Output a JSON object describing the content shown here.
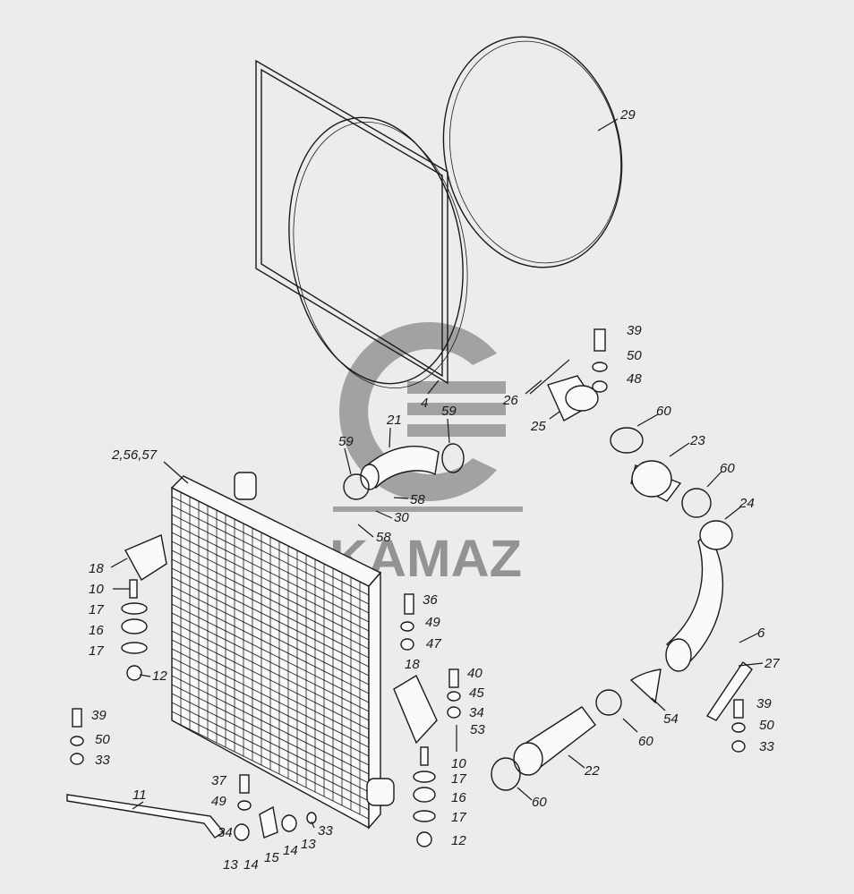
{
  "brand": {
    "name": "KAMAZ",
    "color": "#7d7d7d"
  },
  "callouts": {
    "c29": "29",
    "c4": "4",
    "c39a": "39",
    "c50a": "50",
    "c48": "48",
    "c26": "26",
    "c25": "25",
    "c60a": "60",
    "c23": "23",
    "c60b": "60",
    "c24": "24",
    "c21": "21",
    "c59a": "59",
    "c59b": "59",
    "c58a": "58",
    "c30": "30",
    "c58b": "58",
    "c2": "2,56,57",
    "c18a": "18",
    "c10a": "10",
    "c17a": "17",
    "c16a": "16",
    "c17b": "17",
    "c12a": "12",
    "c36": "36",
    "c49a": "49",
    "c47": "47",
    "c18b": "18",
    "c40": "40",
    "c45": "45",
    "c34a": "34",
    "c53": "53",
    "c10b": "10",
    "c17c": "17",
    "c16b": "16",
    "c17d": "17",
    "c12b": "12",
    "c6": "6",
    "c27": "27",
    "c54": "54",
    "c60c": "60",
    "c39b": "39",
    "c50b": "50",
    "c33a": "33",
    "c22": "22",
    "c60d": "60",
    "c39c": "39",
    "c50c": "50",
    "c33b": "33",
    "c11": "11",
    "c37": "37",
    "c49b": "49",
    "c34b": "34",
    "c33c": "33",
    "c13a": "13",
    "c14a": "14",
    "c15": "15",
    "c14b": "14",
    "c13b": "13"
  }
}
